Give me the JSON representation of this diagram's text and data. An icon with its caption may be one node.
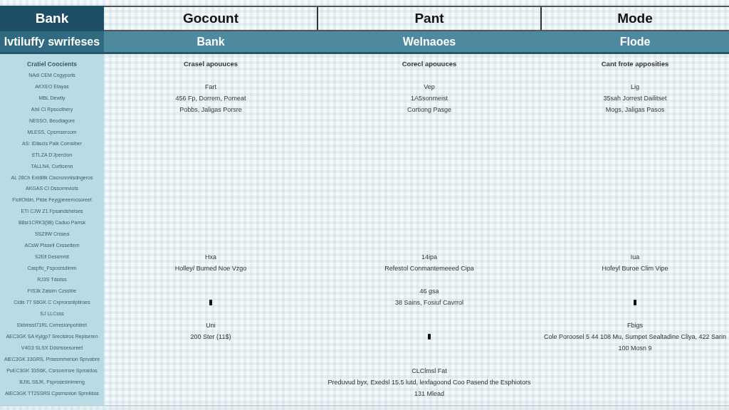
{
  "diagram": {
    "labels": [
      "Bank",
      "Gocount",
      "Pant",
      "Mode",
      "Ivtiluffy swrifeses",
      "Bank",
      "Welnaoes",
      "Flode",
      "Cratiel Coocients",
      "Crasel apouuces",
      "Corecl apouuces",
      "Cant frote apposities",
      "NAdi CEM Cxgyporis",
      "AKXEO Etayas",
      "Fart",
      "Vep",
      "Lig",
      "MBL Dewtiy",
      "456 Fp, Dorrem, Pomeat",
      "1A5sonmeist",
      "35sah Jorrest Dailitset",
      "Ahil CI Rpsoothery",
      "Pobbs, Jaligas Porsre",
      "Cortiong Pasge",
      "Mogs, Jaligas Pasos",
      "NESSO, Beodiagore",
      "MLESS, Cpsrnsercom",
      "AS: IDäscis Paik Cornsiber",
      "ETLZA D'Jpercion",
      "TALLN4, Curticenn",
      "AL 28Ch Exidiltk Cixcronnnisdngeros",
      "AKGAS CI Dssorreviots",
      "FicitOtdin, Piste Feygpeeerncsoreet",
      "ETI CJW Z1 Fpsandsheises",
      "B8sr1CRK3(98) Caduo Parrsk",
      "SSZ9W Crssea",
      "ACsW Pissell Cxssettem",
      "S2Ell Dessmrst",
      "Hxa",
      "14ipa",
      "Iua",
      "Caspfic_Fsposrsdimm",
      "Holley/ Bumed Noe Vzgo",
      "Refestol Conmantemeeed Cipa",
      "Hofeyl Buroe Clim Vipe",
      "RJ3S Tdsdss",
      "FIS3k Zaisirn Czsstrie",
      "46 gsa",
      "Cidis 77 S6GK C Cxprorsniiptiroes",
      "38 Sains, Fosiuf Cavrrol",
      "SJ LLCsss",
      "Ekbinsst71RL Cxrresionpohiiret",
      "Uni",
      "Fbigs",
      "AEC3GK SA Kyigp7 Srecisiros Repiseren",
      "200 Ster (11$)",
      "Cole Poroosel 5 44 108 Mu, Sumpet Sealtadine Cliya, 422 Sarin",
      "V4G3 SLSX Ddsrissesoreet",
      "100 Mosn 9",
      "AlEC3GK 33GRS, Prsesmmerion Sprvabre",
      "PuEC3GK 33S6K, Csrsonrrsre Sprraidos",
      "CLClmsl Fat",
      "BJ9L S6JK, Fsprosesinimeng",
      "Preduvud byx, Exedsl 15.5 lutd, lexfagoond Coo Pasend the Esphiotors",
      "AlEC3GK TT2SSRS Cpsrnsnion Sprniidos",
      "131 Mlead"
    ]
  }
}
